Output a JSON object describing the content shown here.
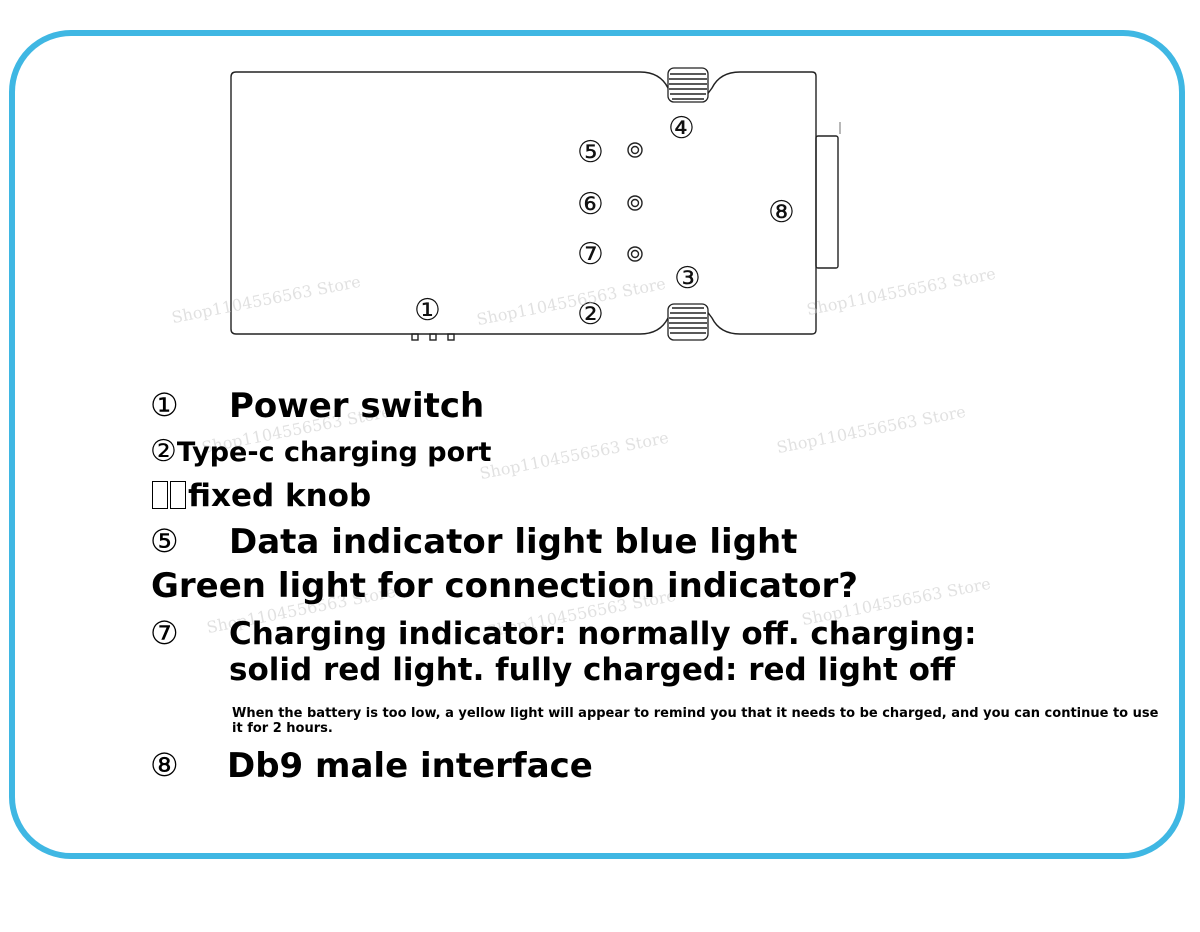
{
  "diagram": {
    "callouts": {
      "c1": "①",
      "c2": "②",
      "c3": "③",
      "c4": "④",
      "c5": "⑤",
      "c6": "⑥",
      "c7": "⑦",
      "c8": "⑧"
    }
  },
  "watermark": "Shop1104556563 Store",
  "legend": {
    "item1": {
      "num": "①",
      "label": "Power switch"
    },
    "item2": {
      "num": "②",
      "label": "Type-c charging port"
    },
    "item34": {
      "num": "",
      "label": "fixed knob"
    },
    "item5": {
      "num": "⑤",
      "label": "Data indicator light blue light"
    },
    "item6": {
      "label": "Green light for connection indicator?"
    },
    "item7": {
      "num": "⑦",
      "line1": "Charging indicator: normally off. charging:",
      "line2": "solid red light. fully charged: red light off",
      "note": "When the battery is too low, a yellow light will appear to remind you that it needs to be charged, and you can continue to use it for 2 hours."
    },
    "item8": {
      "num": "⑧",
      "label": "Db9 male interface"
    }
  },
  "colors": {
    "frame": "#3fb7e3",
    "line": "#222222"
  }
}
